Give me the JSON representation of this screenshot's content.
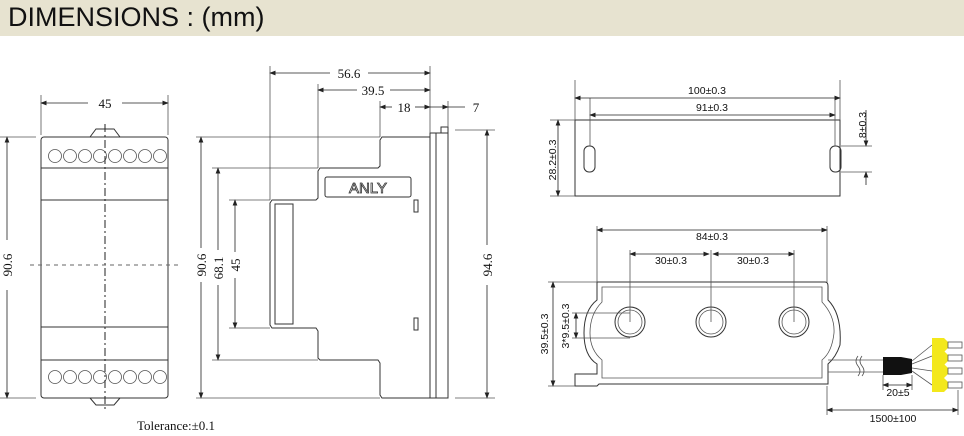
{
  "header": {
    "title": "DIMENSIONS : (mm)"
  },
  "front_view": {
    "width": "45",
    "height": "90.6"
  },
  "side_view": {
    "depth_total": "56.6",
    "depth_mid": "39.5",
    "depth_step": "18",
    "plate": "7",
    "height": "90.6",
    "height_mid": "68.1",
    "height_inner": "45",
    "height_total": "94.6",
    "brand": "ANLY"
  },
  "ct_top": {
    "length": "100±0.3",
    "slot_pitch": "91±0.3",
    "height": "28.2±0.3",
    "slot": "8±0.3"
  },
  "ct_front": {
    "width": "84±0.3",
    "pitch1": "30±0.3",
    "pitch2": "30±0.3",
    "height": "39.5±0.3",
    "hole": "3*9.5±0.3",
    "sleeve": "20±5",
    "cable": "1500±100"
  },
  "footer": {
    "tolerance": "Tolerance:±0.1"
  },
  "colors": {
    "header_bg": "#e7e3d0",
    "terminal": "#f3e81c"
  }
}
